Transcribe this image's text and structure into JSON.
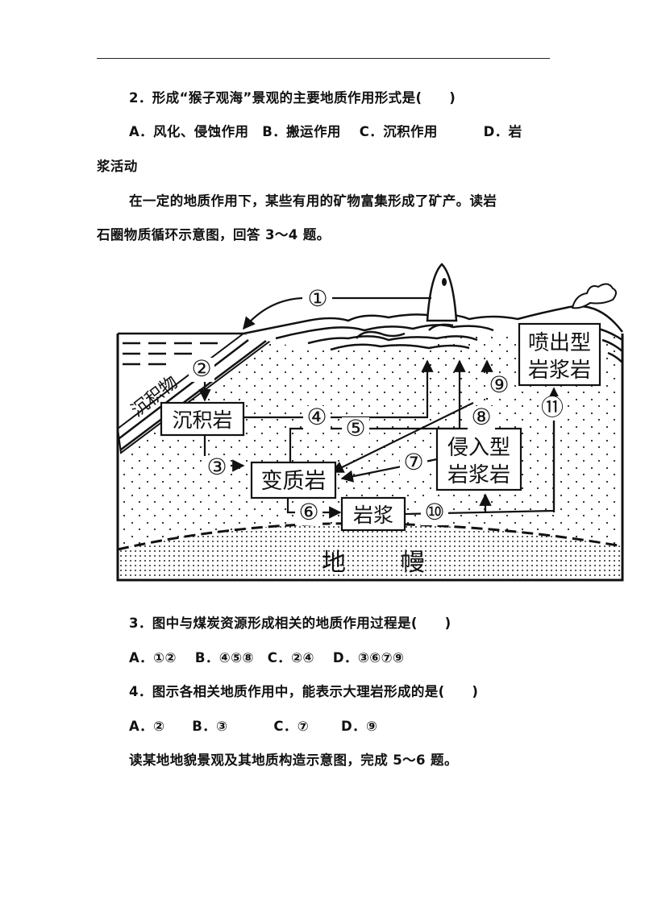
{
  "q2": {
    "stem": "2．形成“猴子观海”景观的主要地质作用形式是(　　)",
    "options_line1": "A．风化、侵蚀作用　B．搬运作用　 C．沉积作用　　　 D．岩",
    "options_line2": "浆活动"
  },
  "intro": {
    "line1": "在一定的地质作用下，某些有用的矿物富集形成了矿产。读岩",
    "line2": "石圈物质循环示意图，回答 3～4 题。"
  },
  "figure": {
    "sediment": "沉积物",
    "sedimentary_rock": "沉积岩",
    "metamorphic_rock": "变质岩",
    "magma": "岩浆",
    "intrusive_line1": "侵入型",
    "intrusive_line2": "岩浆岩",
    "extrusive_line1": "喷出型",
    "extrusive_line2": "岩浆岩",
    "mantle_1": "地",
    "mantle_2": "幔",
    "n1": "①",
    "n2": "②",
    "n3": "③",
    "n4": "④",
    "n5": "⑤",
    "n6": "⑥",
    "n7": "⑦",
    "n8": "⑧",
    "n9": "⑨",
    "n10": "⑩",
    "n11": "⑪"
  },
  "q3": {
    "stem": "3．图中与煤炭资源形成相关的地质作用过程是(　　)",
    "options": "A．①②　 B．④⑤⑧　C．②④　 D．③⑥⑦⑨"
  },
  "q4": {
    "stem": "4．图示各相关地质作用中，能表示大理岩形成的是(　　)",
    "options": "A．②　　B．③　　　 C．⑦　　 D．⑨"
  },
  "outro": {
    "line": "读某地地貌景观及其地质构造示意图，完成 5～6 题。"
  }
}
